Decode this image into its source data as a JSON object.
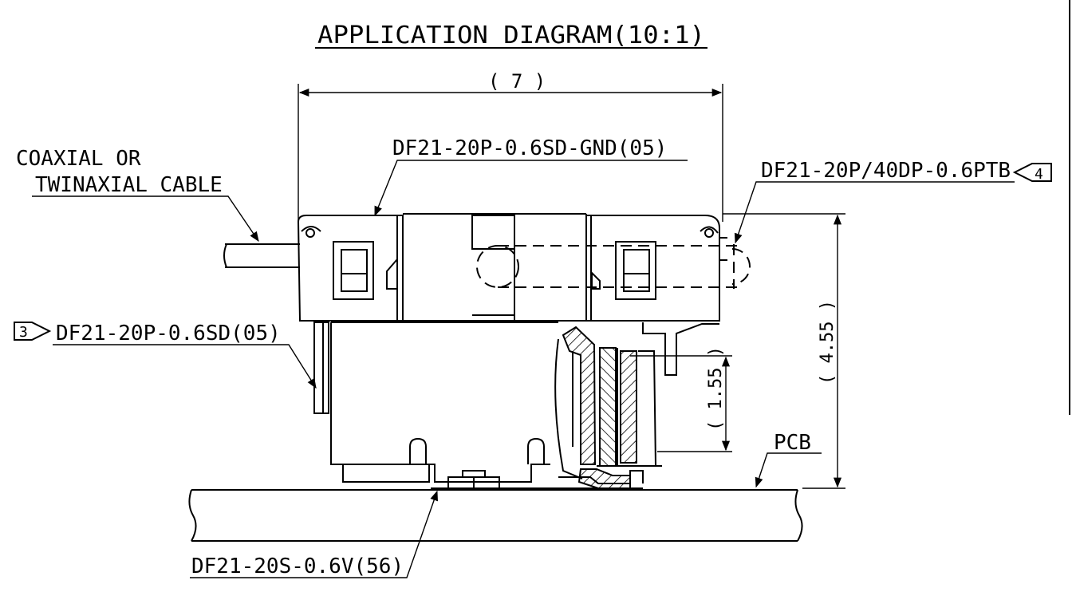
{
  "title": "APPLICATION DIAGRAM(10:1)",
  "labels": {
    "cable_line1": "COAXIAL OR",
    "cable_line2": "TWINAXIAL CABLE",
    "gnd_part": "DF21-20P-0.6SD-GND(05)",
    "ptb_part": "DF21-20P/40DP-0.6PTB",
    "ptb_marker": "4",
    "plug_marker": "3",
    "plug_part": "DF21-20P-0.6SD(05)",
    "pcb": "PCB",
    "receptacle_part": "DF21-20S-0.6V(56)"
  },
  "dimensions": {
    "width": "( 7 )",
    "height_total": "( 4.55 )",
    "height_mated": "( 1.55 )"
  }
}
